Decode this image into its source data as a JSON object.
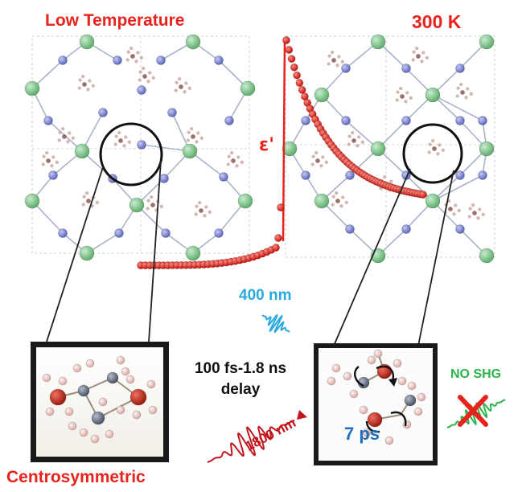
{
  "labels": {
    "low_temperature": "Low Temperature",
    "high_temperature": "300 K",
    "epsilon": "ε'",
    "pump_wavelength": "400 nm",
    "delay_line1": "100 fs-1.8 ns",
    "delay_line2": "delay",
    "probe_wavelength": "1800 nm",
    "timescale": "7 ps",
    "no_shg": "NO SHG",
    "centrosymmetric": "Centrosymmetric"
  },
  "colors": {
    "accent_red": "#e8231d",
    "pump_blue": "#29a9e0",
    "shg_green": "#2db34a",
    "timescale_blue": "#1f6fbf",
    "halide_green": "#7cc58a",
    "nitrogen_blue": "#7b86d6"
  },
  "icons": {
    "pump_pulse": "wave-packet-icon",
    "probe_pulse": "wave-packet-icon",
    "shg_pulse": "wave-packet-icon",
    "blocked": "red-x-icon"
  }
}
